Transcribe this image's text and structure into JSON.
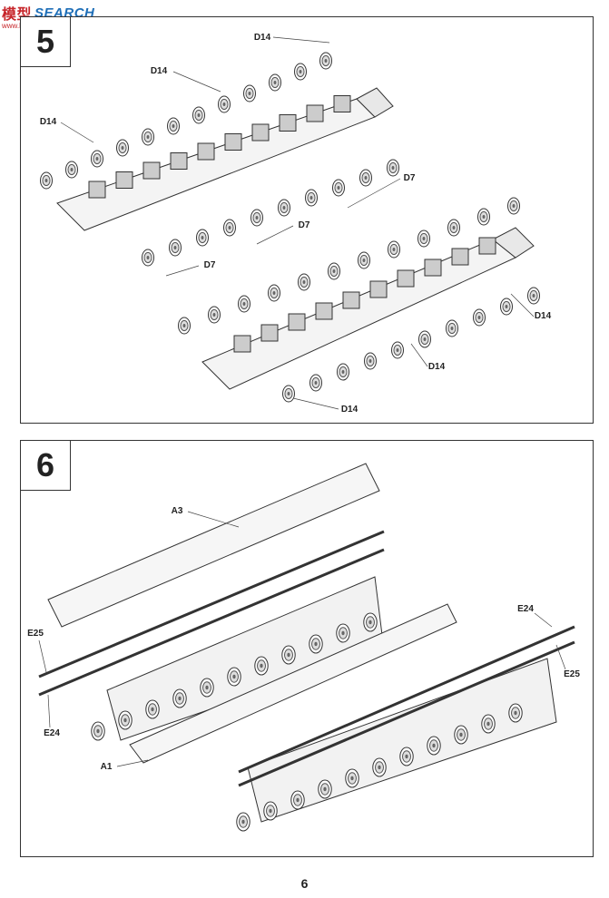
{
  "watermark": {
    "cn": "模型",
    "en": "SEARCH",
    "url": "www.hobbysearch.com"
  },
  "step5": {
    "number": "5",
    "labels": {
      "d14": "D14",
      "d7": "D7"
    }
  },
  "step6": {
    "number": "6",
    "labels": {
      "a3": "A3",
      "a1": "A1",
      "e24": "E24",
      "e25": "E25"
    }
  },
  "page_number": "6"
}
